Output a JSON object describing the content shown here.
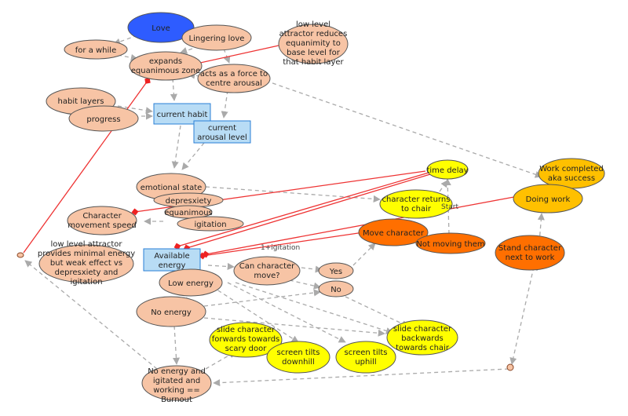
{
  "colors": {
    "peach": "#f7c4a5",
    "blue_node": "#2e5cff",
    "yellow": "#ffff00",
    "gold": "#ffc000",
    "orange": "#ff6f00",
    "box": "#b8dcf5",
    "dash_line": "#aaaaaa",
    "red_line": "#ee3333"
  },
  "nodes": {
    "love": "Love",
    "lingering_love": "Lingering love",
    "for_a_while": "for a while",
    "expands_1": "expands",
    "expands_2": "equanimous zone",
    "low_reduce_1": "low level",
    "low_reduce_2": "attractor reduces",
    "low_reduce_3": "equanimity to",
    "low_reduce_4": "base level for",
    "low_reduce_5": "that habit layer",
    "acts_1": "acts as a force to",
    "acts_2": "centre arousal",
    "habit_layers": "habit layers",
    "progress": "progress",
    "current_habit": "current habit",
    "arousal_1": "current",
    "arousal_2": "arousal level",
    "emotional_state": "emotional state",
    "depresxiety": "depresxiety",
    "equanimous": "equanimous",
    "igitation": "igitation",
    "char_move_1": "Character",
    "char_move_2": "movement speed",
    "available_1": "Available",
    "available_2": "energy",
    "minimal_1": "low level attractor",
    "minimal_2": "provides minimal energy",
    "minimal_3": "but weak effect vs",
    "minimal_4": "depresxiety and",
    "minimal_5": "igitation",
    "low_energy": "Low energy",
    "no_energy": "No energy",
    "can_move_1": "Can character",
    "can_move_2": "move?",
    "yes": "Yes",
    "no": "No",
    "time_delay": "time delay",
    "returns_1": "character returns",
    "returns_2": "to chair",
    "start": "Start",
    "move_character": "Move character",
    "not_moving": "Not moving them",
    "work_done_1": "Work completed",
    "work_done_2": "aka success",
    "doing_work": "Doing work",
    "stand_1": "Stand character",
    "stand_2": "next to work",
    "slide_fwd_1": "slide character",
    "slide_fwd_2": "forwards towards",
    "slide_fwd_3": "scary door",
    "slide_back_1": "slide character",
    "slide_back_2": "backwards",
    "slide_back_3": "towards chair",
    "tilt_down_1": "screen tilts",
    "tilt_down_2": "downhill",
    "tilt_up_1": "screen tilts",
    "tilt_up_2": "uphill",
    "burnout_1": "No energy and",
    "burnout_2": "igitated and",
    "burnout_3": "working ==",
    "burnout_4": "Burnout"
  },
  "edge_labels": {
    "one_plus_igitation": "1+igitation"
  }
}
